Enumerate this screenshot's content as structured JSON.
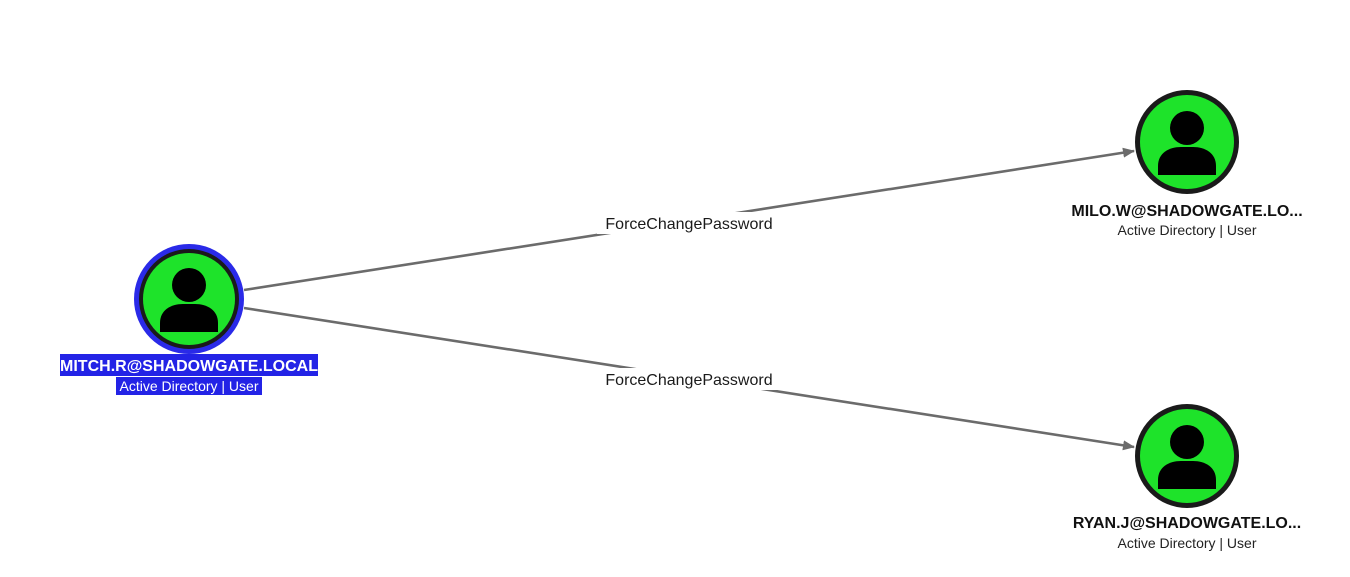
{
  "colors": {
    "node_fill": "#1ee32a",
    "node_ring": "#1a1a1a",
    "selected_ring": "#2a2ae8",
    "selected_label_bg": "#2323e6",
    "edge": "#6b6b6b"
  },
  "graph": {
    "nodes": [
      {
        "id": "mitch",
        "label": "MITCH.R@SHADOWGATE.LOCAL",
        "subtitle": "Active Directory | User",
        "icon": "user-icon",
        "selected": true
      },
      {
        "id": "milo",
        "label": "MILO.W@SHADOWGATE.LO...",
        "subtitle": "Active Directory | User",
        "icon": "user-icon",
        "selected": false
      },
      {
        "id": "ryan",
        "label": "RYAN.J@SHADOWGATE.LO...",
        "subtitle": "Active Directory | User",
        "icon": "user-icon",
        "selected": false
      }
    ],
    "edges": [
      {
        "from": "mitch",
        "to": "milo",
        "label": "ForceChangePassword"
      },
      {
        "from": "mitch",
        "to": "ryan",
        "label": "ForceChangePassword"
      }
    ]
  }
}
